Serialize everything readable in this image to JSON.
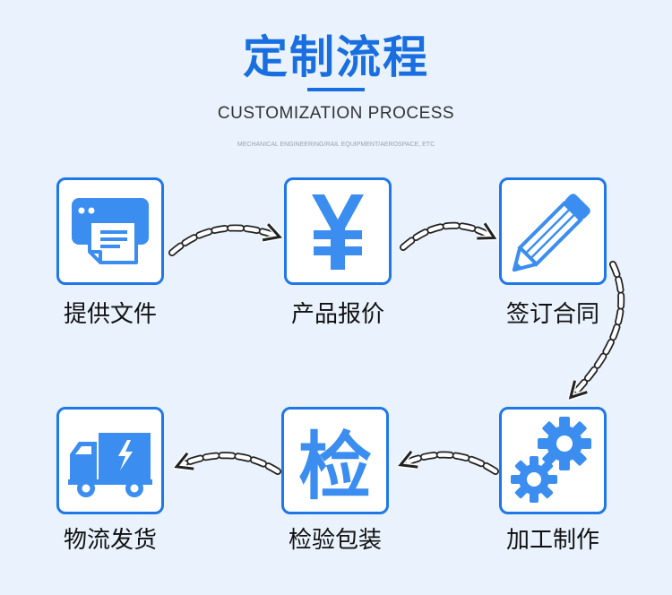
{
  "header": {
    "title": "定制流程",
    "subtitle": "CUSTOMIZATION PROCESS",
    "tagline": "MECHANICAL ENGINEERING/RAIL EQUIPMENT/AEROSPACE, ETC"
  },
  "steps": [
    {
      "label": "提供文件",
      "icon": "printer-icon"
    },
    {
      "label": "产品报价",
      "icon": "yen-icon"
    },
    {
      "label": "签订合同",
      "icon": "pencil-icon"
    },
    {
      "label": "加工制作",
      "icon": "gears-icon"
    },
    {
      "label": "检验包装",
      "icon": "inspection-char-icon"
    },
    {
      "label": "物流发货",
      "icon": "truck-icon"
    }
  ],
  "inspection_char": "检",
  "colors": {
    "accent": "#1f77e8",
    "icon_blue": "#3b8ef0",
    "background": "#eaf3fd"
  }
}
